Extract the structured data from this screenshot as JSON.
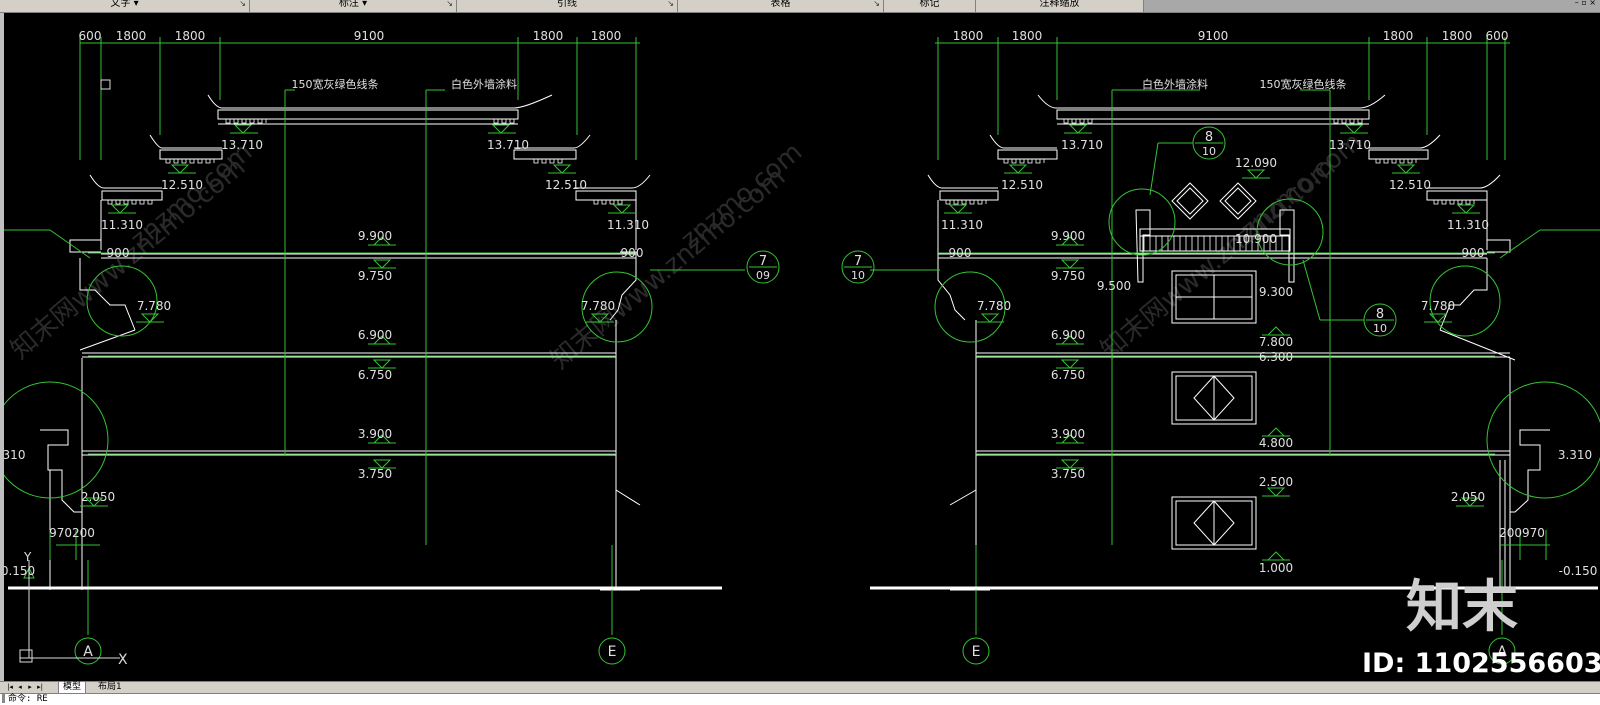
{
  "ribbon": {
    "panels": [
      {
        "label": "文字 ▾",
        "expander": "↘"
      },
      {
        "label": "标注 ▾",
        "expander": "↘"
      },
      {
        "label": "引线",
        "expander": "↘"
      },
      {
        "label": "表格",
        "expander": "↘"
      },
      {
        "label": "标记",
        "expander": ""
      },
      {
        "label": "注释缩放",
        "expander": ""
      }
    ],
    "window_controls": "– ▫ ×"
  },
  "drawing": {
    "left_dims": [
      "600",
      "1800",
      "1800",
      "9100",
      "1800",
      "1800"
    ],
    "right_dims": [
      "1800",
      "1800",
      "9100",
      "1800",
      "1800",
      "600"
    ],
    "notes": {
      "green_line": "150宽灰绿色线条",
      "white_paint": "白色外墙涂料"
    },
    "levels": {
      "l13710": "13.710",
      "l12510": "12.510",
      "l11310": "11.310",
      "l9900": "9.900",
      "l9750": "9.750",
      "l6900": "6.900",
      "l6750": "6.750",
      "l3900": "3.900",
      "l3750": "3.750",
      "l7780": "7.780",
      "l2050": "2.050",
      "l310": "310",
      "l3310": "3.310",
      "lneg0150": "-0.150",
      "l0150": "0.150",
      "l12090": "12.090",
      "l10900": "10.900",
      "l9500": "9.500",
      "l9300": "9.300",
      "l7800": "7.800",
      "l6300": "6.300",
      "l4800": "4.800",
      "l2500": "2.500",
      "l1000": "1.000"
    },
    "small_dims": {
      "d900": "900",
      "d970200": "970200",
      "d200970": "200970"
    },
    "callouts": {
      "c709_top": "7",
      "c709_bot": "09",
      "c710_top": "7",
      "c710_bot": "10",
      "c810_top": "8",
      "c810_bot": "10"
    },
    "axes": {
      "a": "A",
      "e": "E",
      "x": "X",
      "y": "Y"
    },
    "watermark_text": "znzmo.com",
    "watermark_cn": "知末网www.znzmo.com",
    "brand": {
      "logo": "知末",
      "id": "ID: 1102556603"
    }
  },
  "tabs": {
    "model": "模型",
    "layout": "布局1"
  },
  "command": {
    "prompt": "命令: RE"
  },
  "colors": {
    "dim": "#34c434",
    "line": "#ffffff",
    "canvas": "#000000"
  }
}
